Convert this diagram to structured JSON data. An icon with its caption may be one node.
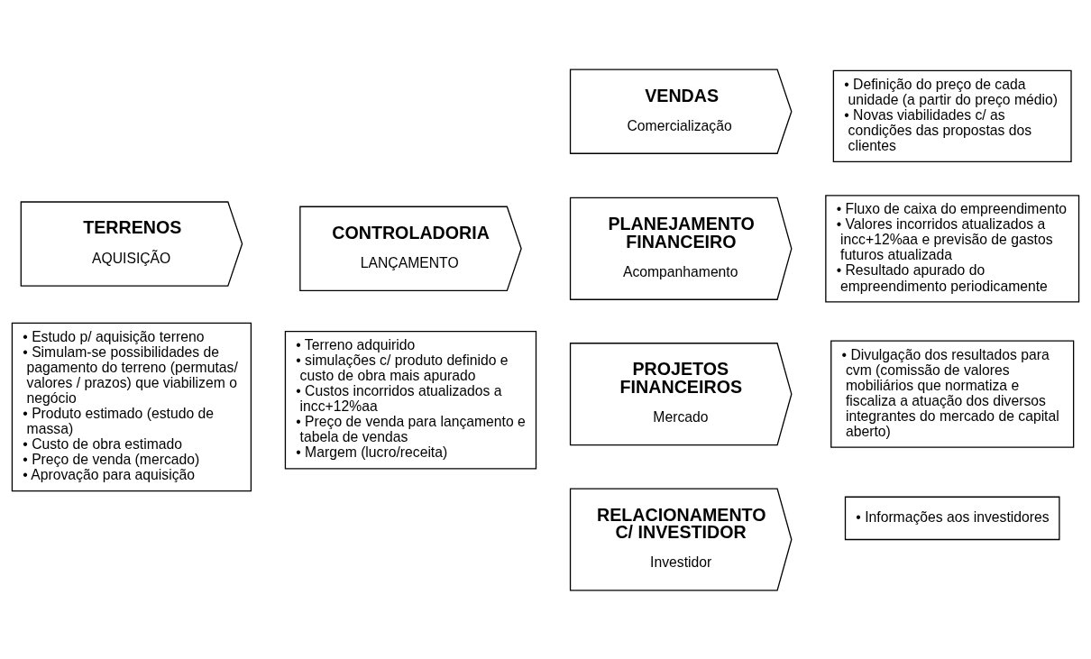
{
  "diagram": {
    "nodes": [
      {
        "text": [
          "TERRENOS",
          "AQUISIÇÃO"
        ]
      },
      {
        "text": [
          "• Estudo p/ aquisição terreno",
          "• Simulam-se possibilidades de pagamento do terreno (permutas/ valores / prazos) que viabilizem o negócio",
          "• Produto estimado (estudo de massa)",
          "• Custo de obra estimado",
          "• Preço de venda (mercado)",
          "• Aprovação para aquisição"
        ]
      },
      {
        "text": [
          "CONTROLADORIA",
          "LANÇAMENTO"
        ]
      },
      {
        "text": [
          "• Terreno adquirido",
          "• simulações c/ produto definido e custo de obra mais apurado",
          "• Custos incorridos atualizados a incc+12%aa",
          "• Preço de venda para lançamento e tabela de vendas",
          "• Margem (lucro/receita)"
        ]
      },
      {
        "text": [
          "VENDAS",
          "Comercialização"
        ]
      },
      {
        "text": [
          "• Definição do preço de cada unidade (a partir do preço médio)",
          "• Novas viabilidades c/ as condições das propostas dos clientes"
        ]
      },
      {
        "text": [
          "PLANEJAMENTO FINANCEIRO",
          "Acompanhamento"
        ]
      },
      {
        "text": [
          "• Fluxo de caixa do empreendimento",
          "• Valores incorridos atualizados a incc+12%aa e previsão de gastos futuros atualizada",
          "• Resultado apurado do empreendimento periodicamente"
        ]
      },
      {
        "text": [
          "PROJETOS FINANCEIROS",
          "Mercado"
        ]
      },
      {
        "text": [
          "• Divulgação dos resultados para cvm (comissão de valores mobiliários que normatiza e fiscaliza a atuação dos diversos integrantes do mercado de capital aberto)"
        ]
      },
      {
        "text": [
          "RELACIONAMENTO C/ INVESTIDOR",
          "Investidor"
        ]
      },
      {
        "text": [
          "• Informações aos investidores"
        ]
      }
    ]
  }
}
